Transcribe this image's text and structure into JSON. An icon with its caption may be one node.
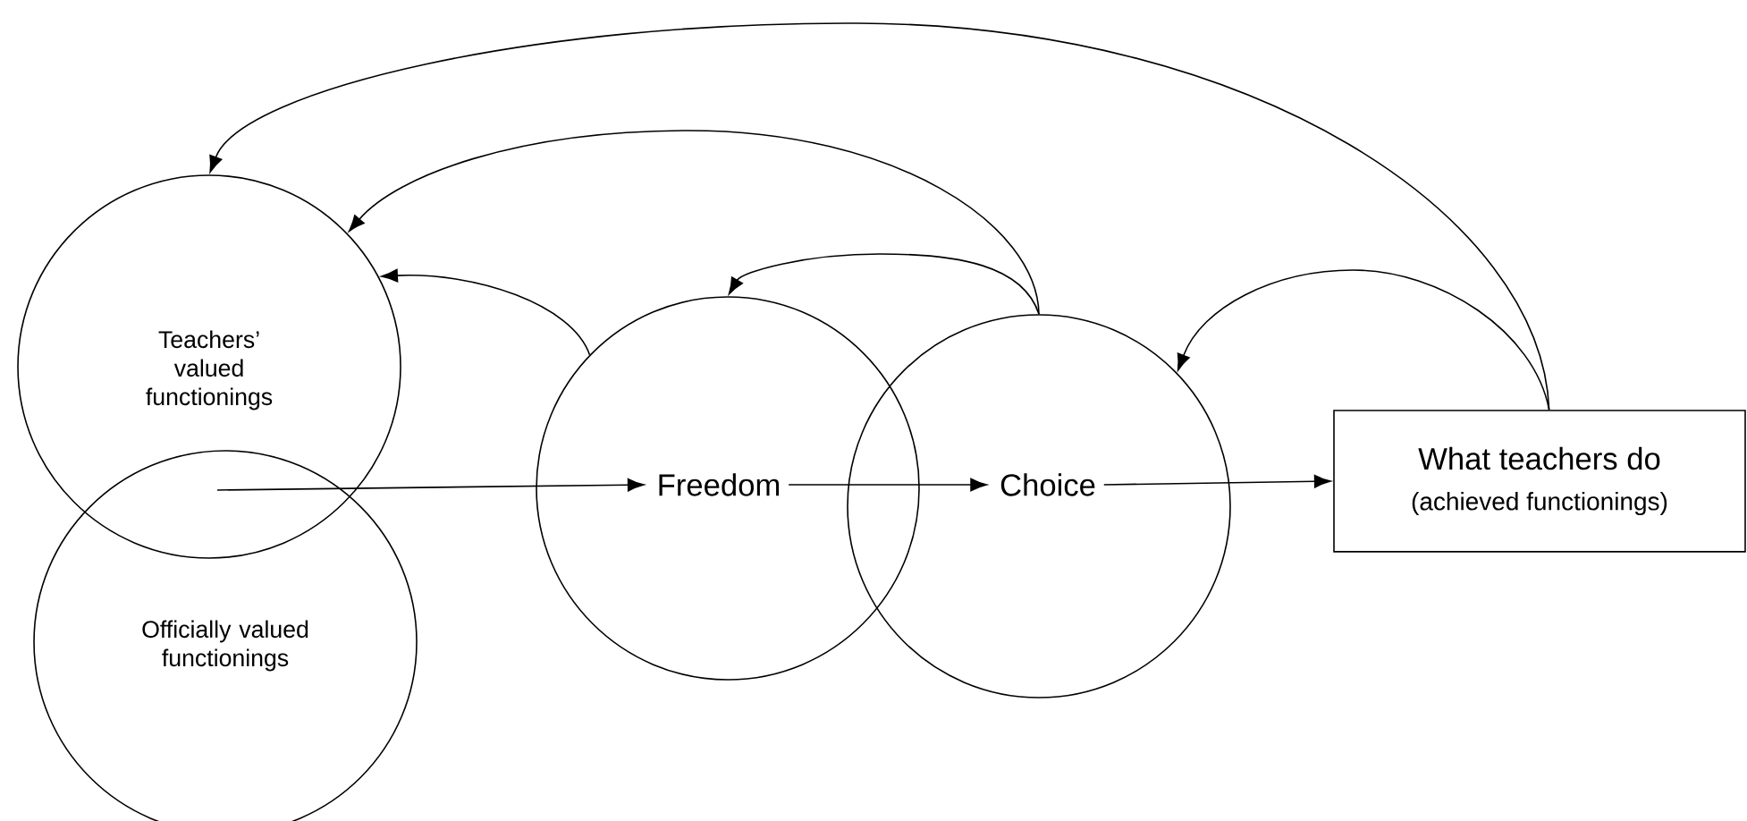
{
  "diagram": {
    "nodes": [
      {
        "text": [
          "Teachers’ valued functionings"
        ]
      },
      {
        "text": [
          "Officially valued functionings"
        ]
      },
      {
        "text": [],
        "shape": "circle"
      },
      {
        "text": [
          "Freedom"
        ],
        "in": 2
      },
      {
        "text": [],
        "shape": "circle"
      },
      {
        "text": [
          "Choice"
        ],
        "in": 4
      },
      {
        "text": [
          "What teachers do",
          "(achieved functionings)"
        ]
      }
    ],
    "edges": [
      {
        "from": 0,
        "to": 3,
        "arrow": "to"
      },
      {
        "from": 1,
        "to": 3,
        "arrow": "to"
      },
      {
        "from": 3,
        "to": 5,
        "arrow": "to"
      },
      {
        "from": 5,
        "to": 6,
        "arrow": "to"
      },
      {
        "from": 2,
        "to": 0,
        "arrow": "to"
      },
      {
        "from": 4,
        "to": 0,
        "arrow": "to"
      },
      {
        "from": 4,
        "to": 2,
        "arrow": "to"
      },
      {
        "from": 6,
        "to": 0,
        "arrow": "to"
      },
      {
        "from": 6,
        "to": 4,
        "arrow": "to"
      }
    ]
  }
}
